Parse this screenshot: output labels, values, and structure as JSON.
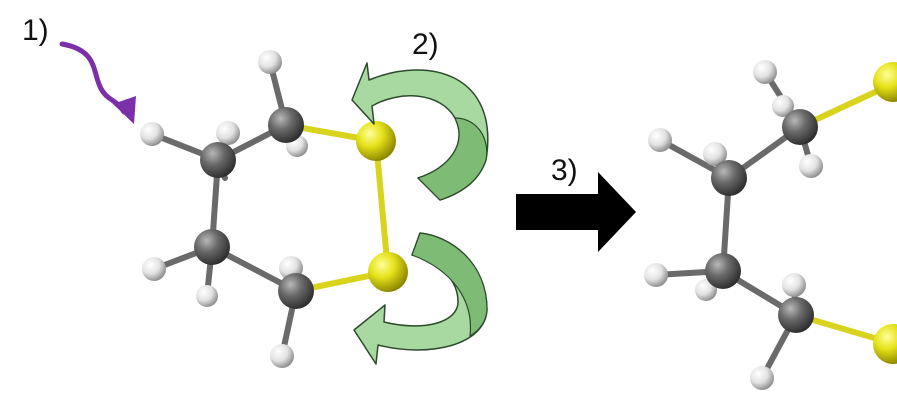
{
  "figure": {
    "step_labels": [
      "1)",
      "2)",
      "3)"
    ],
    "molecules": [
      {
        "name": "cyclic-disulfide",
        "atoms": {
          "carbon": 4,
          "sulfur": 2,
          "hydrogen": 8
        }
      },
      {
        "name": "ring-opened-chain",
        "atoms": {
          "carbon": 4,
          "sulfur": 2,
          "hydrogen": 8
        }
      }
    ],
    "colors": {
      "carbon": "#5c5c5c",
      "sulfur": "#e1de16",
      "hydrogen": "#e8e8e8",
      "bond_carbon": "#6a6a6a",
      "bond_sulfur": "#d8d31c",
      "attack_arrow": "#7b2fa8",
      "curl_arrow_fill": "#a8d9a0",
      "curl_arrow_stroke": "#2c4a2c",
      "reaction_arrow": "#000000"
    },
    "icons": {
      "attack_arrow": "curved-arrow-icon",
      "curl_arrow": "curved-arrow-icon",
      "reaction_arrow": "right-arrow-icon"
    }
  }
}
